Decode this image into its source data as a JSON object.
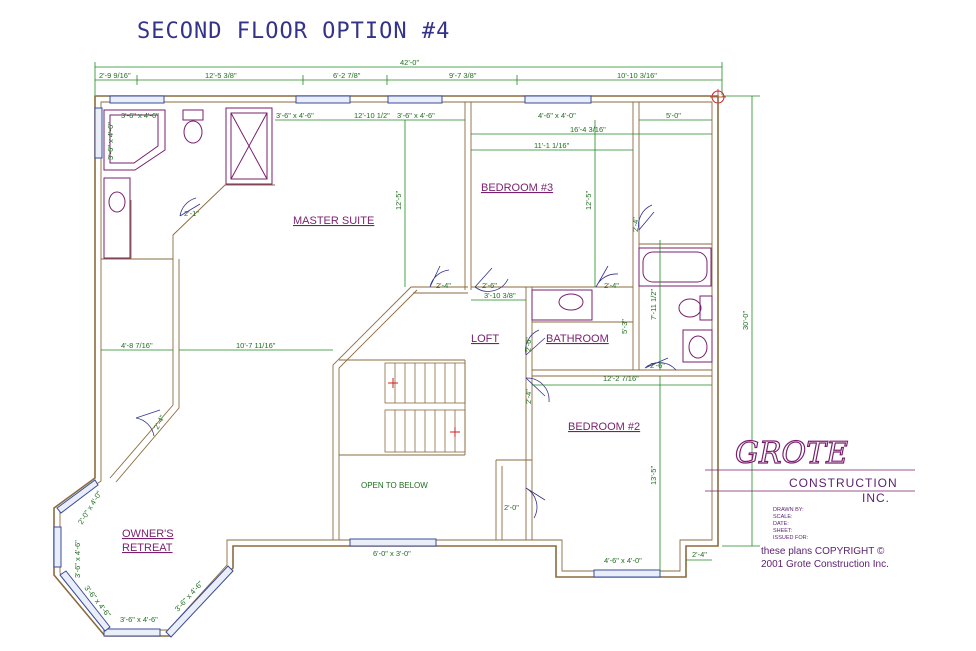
{
  "title": "SECOND FLOOR OPTION #4",
  "overall_dims": {
    "top_total": "42'-0\"",
    "top_segments": [
      "2'-9 9/16\"",
      "12'-5 3/8\"",
      "6'-2 7/8\"",
      "9'-7 3/8\"",
      "10'-10 3/16\""
    ],
    "right_total": "30'-0\""
  },
  "rooms": {
    "master_suite": "MASTER SUITE",
    "bedroom3": "BEDROOM #3",
    "bedroom2": "BEDROOM #2",
    "loft": "LOFT",
    "bathroom": "BATHROOM",
    "owners_retreat_1": "OWNER'S",
    "owners_retreat_2": "RETREAT",
    "open_to_below": "OPEN TO BELOW"
  },
  "dims": {
    "win_master_1": "3'-6\" x 4'-6\"",
    "win_master_2": "3'-6\" x 4'-6\"",
    "master_width_a": "12'-10 1/2\"",
    "win_bath_corner": "3'-6\" x 4'-6\"",
    "win_bed3": "4'-6\" x 4'-0\"",
    "closet_5": "5'-0\"",
    "bed3_16": "16'-4 3/16\"",
    "bed3_11": "11'-1 1/16\"",
    "master_12": "12'-5\"",
    "bed3_12": "12'-5\"",
    "door_2_1": "2'-1\"",
    "door_2_4a": "2'-4\"",
    "door_2_6": "2'-6\"",
    "dim_3_10": "3'-10 3/8\"",
    "door_2_4b": "2'-4\"",
    "door_2_4c": "2'-4\"",
    "bath_7_11": "7'-11 1/2\"",
    "bath_5_3": "5'-3\"",
    "retreat_4_8": "4'-8 7/16\"",
    "retreat_10_7": "10'-7 11/16\"",
    "door_2_6b": "2'-6\"",
    "door_2_4d": "2'-4\"",
    "door_2_6c": "2'-6\"",
    "bed2_12": "12'-2 7/16\"",
    "door_2_4e": "2'-4\"",
    "bed2_13": "13'-5\"",
    "closet_2_0": "2'-0\"",
    "win_retreat_a": "2'-0\" x 4'-0\"",
    "win_retreat_b": "3'-6\" x 4'-6\"",
    "win_retreat_c": "3'-6\" x 4'-6\"",
    "win_retreat_d": "3'-6\" x 4'-6\"",
    "win_retreat_e": "3'-6\" x 4'-6\"",
    "win_master_side": "3'-6\" x 4'-6\"",
    "win_loft": "6'-0\" x 3'-0\"",
    "win_bed2": "4'-6\" x 4'-0\"",
    "dim_2_4_corner": "2'-4\""
  },
  "logo": {
    "brand": "GROTE",
    "line2": "CONSTRUCTION",
    "line3": "INC."
  },
  "title_block": {
    "drawn_by": "DRAWN BY:",
    "scale": "SCALE:",
    "date": "DATE:",
    "sheet": "SHEET:",
    "issued_for": "ISSUED FOR:"
  },
  "copyright": {
    "line1": "these plans COPYRIGHT ©",
    "line2": "2001 Grote Construction Inc."
  },
  "colors": {
    "walls": "#8b6b3d",
    "dimensions": "#1f8a1f",
    "labels": "#7a1f6e",
    "windows": "#3a4c9a"
  }
}
